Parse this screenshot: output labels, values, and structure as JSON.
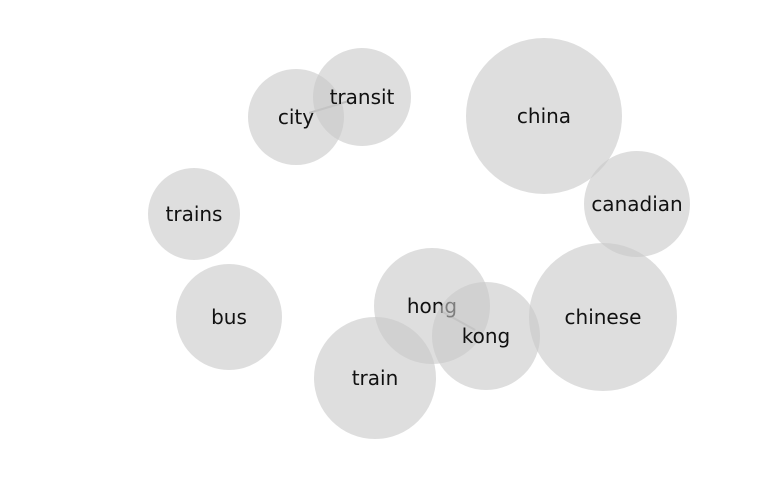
{
  "words": [
    {
      "id": "city",
      "label": "city"
    },
    {
      "id": "transit",
      "label": "transit"
    },
    {
      "id": "china",
      "label": "china"
    },
    {
      "id": "trains",
      "label": "trains"
    },
    {
      "id": "canadian",
      "label": "canadian"
    },
    {
      "id": "bus",
      "label": "bus"
    },
    {
      "id": "hong",
      "label": "hong"
    },
    {
      "id": "kong",
      "label": "kong"
    },
    {
      "id": "chinese",
      "label": "chinese"
    },
    {
      "id": "train",
      "label": "train"
    }
  ],
  "links": [
    {
      "source": "city",
      "target": "transit"
    },
    {
      "source": "hong",
      "target": "kong"
    }
  ]
}
